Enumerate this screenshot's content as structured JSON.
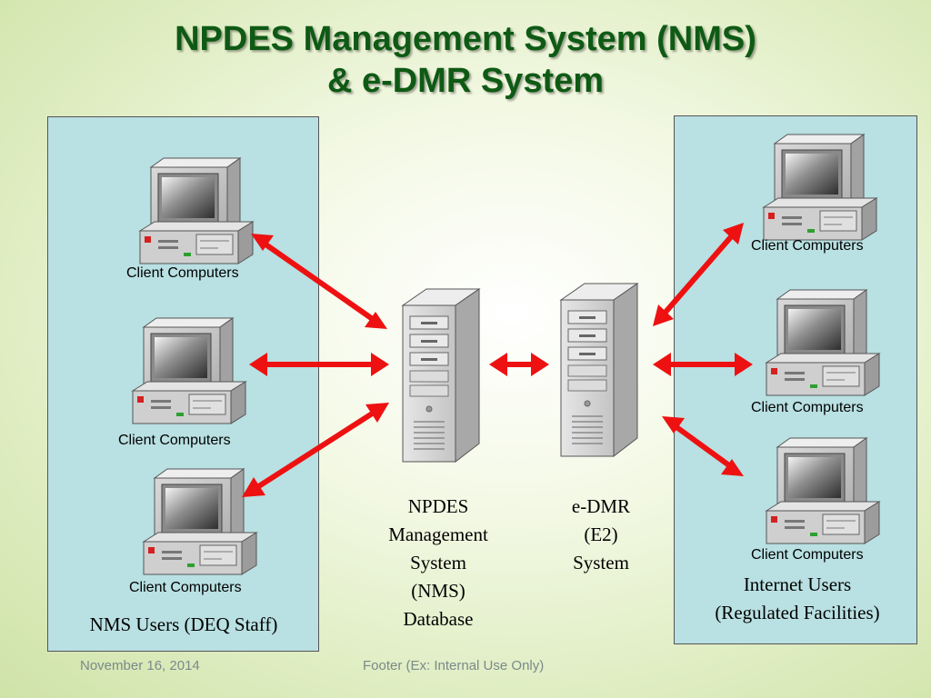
{
  "slide": {
    "title_line1": "NPDES Management System (NMS)",
    "title_line2": "& e-DMR System"
  },
  "left_panel": {
    "clients": [
      {
        "label": "Client Computers"
      },
      {
        "label": "Client Computers"
      },
      {
        "label": "Client Computers"
      }
    ],
    "caption": "NMS Users (DEQ Staff)"
  },
  "right_panel": {
    "clients": [
      {
        "label": "Client Computers"
      },
      {
        "label": "Client Computers"
      },
      {
        "label": "Client Computers"
      }
    ],
    "caption_line1": "Internet Users",
    "caption_line2": "(Regulated Facilities)"
  },
  "servers": {
    "nms": {
      "lines": [
        "NPDES",
        "Management",
        "System",
        "(NMS)",
        "Database"
      ]
    },
    "edmr": {
      "lines": [
        "e-DMR",
        "(E2)",
        "System"
      ]
    }
  },
  "footer": {
    "date": "November 16, 2014",
    "text": "Footer (Ex: Internal Use Only)"
  },
  "colors": {
    "title": "#0e5a14",
    "panel": "#b9e0e2",
    "arrow": "#ee1111"
  }
}
